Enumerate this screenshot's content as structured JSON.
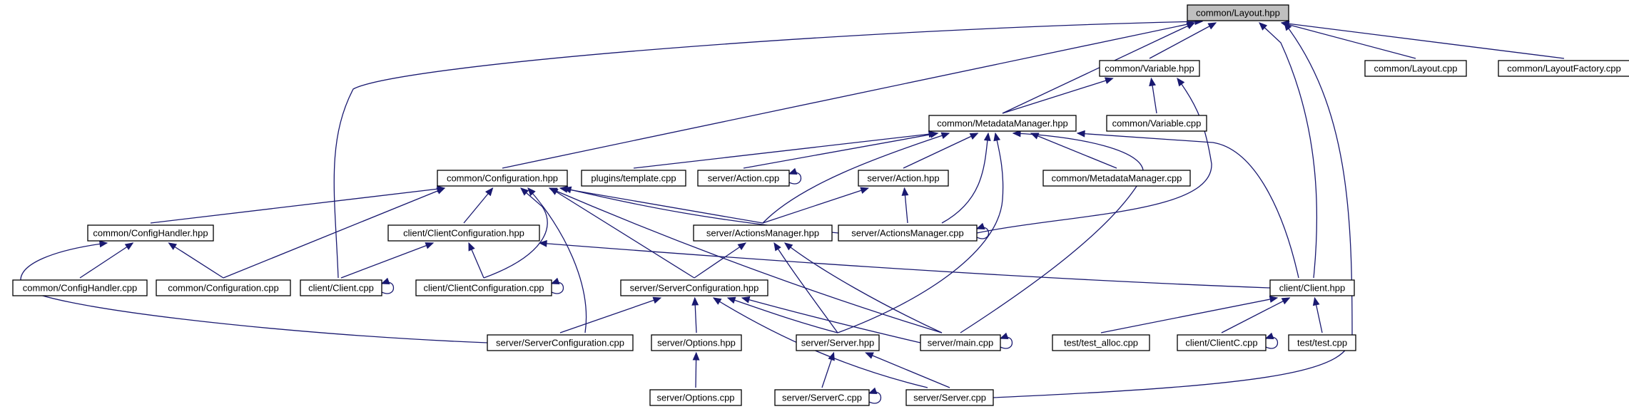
{
  "nodes": [
    {
      "id": "layout_hpp",
      "label": "common/Layout.hpp",
      "root": true
    },
    {
      "id": "variable_hpp",
      "label": "common/Variable.hpp"
    },
    {
      "id": "layout_cpp",
      "label": "common/Layout.cpp"
    },
    {
      "id": "layoutfactory_cpp",
      "label": "common/LayoutFactory.cpp"
    },
    {
      "id": "metadatamanager_hpp",
      "label": "common/MetadataManager.hpp"
    },
    {
      "id": "variable_cpp",
      "label": "common/Variable.cpp"
    },
    {
      "id": "configuration_hpp",
      "label": "common/Configuration.hpp"
    },
    {
      "id": "template_cpp",
      "label": "plugins/template.cpp"
    },
    {
      "id": "action_cpp",
      "label": "server/Action.cpp"
    },
    {
      "id": "action_hpp",
      "label": "server/Action.hpp"
    },
    {
      "id": "metadatamanager_cpp",
      "label": "common/MetadataManager.cpp"
    },
    {
      "id": "confighandler_hpp",
      "label": "common/ConfigHandler.hpp"
    },
    {
      "id": "clientconfiguration_hpp",
      "label": "client/ClientConfiguration.hpp"
    },
    {
      "id": "actionsmanager_hpp",
      "label": "server/ActionsManager.hpp"
    },
    {
      "id": "actionsmanager_cpp",
      "label": "server/ActionsManager.cpp"
    },
    {
      "id": "confighandler_cpp",
      "label": "common/ConfigHandler.cpp"
    },
    {
      "id": "configuration_cpp",
      "label": "common/Configuration.cpp"
    },
    {
      "id": "client_cpp",
      "label": "client/Client.cpp"
    },
    {
      "id": "clientconfiguration_cpp",
      "label": "client/ClientConfiguration.cpp"
    },
    {
      "id": "serverconfiguration_hpp",
      "label": "server/ServerConfiguration.hpp"
    },
    {
      "id": "client_hpp",
      "label": "client/Client.hpp"
    },
    {
      "id": "serverconfiguration_cpp",
      "label": "server/ServerConfiguration.cpp"
    },
    {
      "id": "options_hpp",
      "label": "server/Options.hpp"
    },
    {
      "id": "server_hpp",
      "label": "server/Server.hpp"
    },
    {
      "id": "main_cpp",
      "label": "server/main.cpp"
    },
    {
      "id": "test_alloc_cpp",
      "label": "test/test_alloc.cpp"
    },
    {
      "id": "clientc_cpp",
      "label": "client/ClientC.cpp"
    },
    {
      "id": "test_cpp",
      "label": "test/test.cpp"
    },
    {
      "id": "options_cpp",
      "label": "server/Options.cpp"
    },
    {
      "id": "serverc_cpp",
      "label": "server/ServerC.cpp"
    },
    {
      "id": "server_cpp",
      "label": "server/Server.cpp"
    }
  ],
  "edges": [
    {
      "from": "layout_hpp",
      "to": "variable_hpp"
    },
    {
      "from": "layout_hpp",
      "to": "layout_cpp"
    },
    {
      "from": "layout_hpp",
      "to": "layoutfactory_cpp"
    },
    {
      "from": "layout_hpp",
      "to": "metadatamanager_hpp"
    },
    {
      "from": "layout_hpp",
      "to": "configuration_hpp"
    },
    {
      "from": "layout_hpp",
      "to": "client_cpp"
    },
    {
      "from": "layout_hpp",
      "to": "client_hpp"
    },
    {
      "from": "layout_hpp",
      "to": "server_cpp"
    },
    {
      "from": "variable_hpp",
      "to": "metadatamanager_hpp"
    },
    {
      "from": "variable_hpp",
      "to": "variable_cpp"
    },
    {
      "from": "variable_hpp",
      "to": "actionsmanager_cpp"
    },
    {
      "from": "metadatamanager_hpp",
      "to": "template_cpp"
    },
    {
      "from": "metadatamanager_hpp",
      "to": "action_cpp"
    },
    {
      "from": "metadatamanager_hpp",
      "to": "action_hpp"
    },
    {
      "from": "metadatamanager_hpp",
      "to": "metadatamanager_cpp"
    },
    {
      "from": "metadatamanager_hpp",
      "to": "actionsmanager_hpp"
    },
    {
      "from": "metadatamanager_hpp",
      "to": "actionsmanager_cpp"
    },
    {
      "from": "metadatamanager_hpp",
      "to": "server_hpp"
    },
    {
      "from": "metadatamanager_hpp",
      "to": "main_cpp"
    },
    {
      "from": "metadatamanager_hpp",
      "to": "client_hpp"
    },
    {
      "from": "configuration_hpp",
      "to": "confighandler_hpp"
    },
    {
      "from": "configuration_hpp",
      "to": "configuration_cpp"
    },
    {
      "from": "configuration_hpp",
      "to": "clientconfiguration_hpp"
    },
    {
      "from": "configuration_hpp",
      "to": "clientconfiguration_cpp"
    },
    {
      "from": "configuration_hpp",
      "to": "actionsmanager_hpp"
    },
    {
      "from": "configuration_hpp",
      "to": "actionsmanager_cpp"
    },
    {
      "from": "configuration_hpp",
      "to": "serverconfiguration_hpp"
    },
    {
      "from": "configuration_hpp",
      "to": "serverconfiguration_cpp"
    },
    {
      "from": "configuration_hpp",
      "to": "main_cpp"
    },
    {
      "from": "action_hpp",
      "to": "actionsmanager_hpp"
    },
    {
      "from": "action_hpp",
      "to": "actionsmanager_cpp"
    },
    {
      "from": "confighandler_hpp",
      "to": "confighandler_cpp"
    },
    {
      "from": "confighandler_hpp",
      "to": "configuration_cpp"
    },
    {
      "from": "confighandler_hpp",
      "to": "serverconfiguration_cpp"
    },
    {
      "from": "clientconfiguration_hpp",
      "to": "client_cpp"
    },
    {
      "from": "clientconfiguration_hpp",
      "to": "clientconfiguration_cpp"
    },
    {
      "from": "clientconfiguration_hpp",
      "to": "client_hpp"
    },
    {
      "from": "actionsmanager_hpp",
      "to": "serverconfiguration_hpp"
    },
    {
      "from": "actionsmanager_hpp",
      "to": "server_hpp"
    },
    {
      "from": "actionsmanager_hpp",
      "to": "main_cpp"
    },
    {
      "from": "serverconfiguration_hpp",
      "to": "serverconfiguration_cpp"
    },
    {
      "from": "serverconfiguration_hpp",
      "to": "options_hpp"
    },
    {
      "from": "serverconfiguration_hpp",
      "to": "server_hpp"
    },
    {
      "from": "serverconfiguration_hpp",
      "to": "main_cpp"
    },
    {
      "from": "serverconfiguration_hpp",
      "to": "server_cpp"
    },
    {
      "from": "options_hpp",
      "to": "options_cpp"
    },
    {
      "from": "server_hpp",
      "to": "serverc_cpp"
    },
    {
      "from": "server_hpp",
      "to": "server_cpp"
    },
    {
      "from": "client_hpp",
      "to": "test_alloc_cpp"
    },
    {
      "from": "client_hpp",
      "to": "clientc_cpp"
    },
    {
      "from": "client_hpp",
      "to": "test_cpp"
    },
    {
      "from": "action_cpp",
      "to": "action_cpp"
    },
    {
      "from": "actionsmanager_cpp",
      "to": "actionsmanager_cpp"
    },
    {
      "from": "client_cpp",
      "to": "client_cpp"
    },
    {
      "from": "clientconfiguration_cpp",
      "to": "clientconfiguration_cpp"
    },
    {
      "from": "main_cpp",
      "to": "main_cpp"
    },
    {
      "from": "clientc_cpp",
      "to": "clientc_cpp"
    },
    {
      "from": "serverc_cpp",
      "to": "serverc_cpp"
    }
  ]
}
